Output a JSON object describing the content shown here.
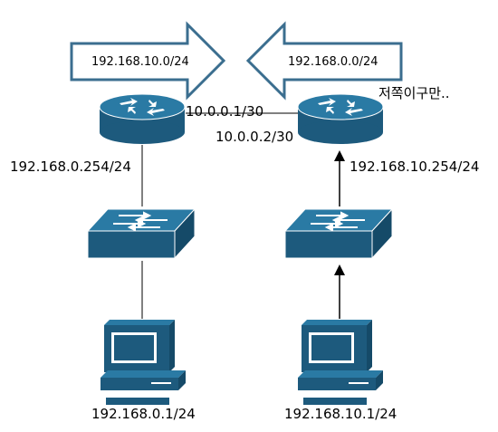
{
  "arrows": {
    "left_net": "192.168.10.0/24",
    "right_net": "192.168.0.0/24"
  },
  "labels": {
    "router1_lan_ip": "192.168.0.254/24",
    "router2_lan_ip": "192.168.10.254/24",
    "link_ip_r1": "10.0.0.1/30",
    "link_ip_r2": "10.0.0.2/30",
    "comment": "저쪽이구만..",
    "pc1_ip": "192.168.0.1/24",
    "pc2_ip": "192.168.10.1/24"
  },
  "colors": {
    "device_fill": "#1d5a7d",
    "device_top": "#2a7aa4",
    "device_dark": "#154a68",
    "arrow_stroke": "#3b6e8f",
    "line": "#000000"
  },
  "icons": {
    "router_left": "router-icon",
    "router_right": "router-icon",
    "switch_left": "switch-icon",
    "switch_right": "switch-icon",
    "pc_left": "desktop-computer-icon",
    "pc_right": "desktop-computer-icon"
  }
}
